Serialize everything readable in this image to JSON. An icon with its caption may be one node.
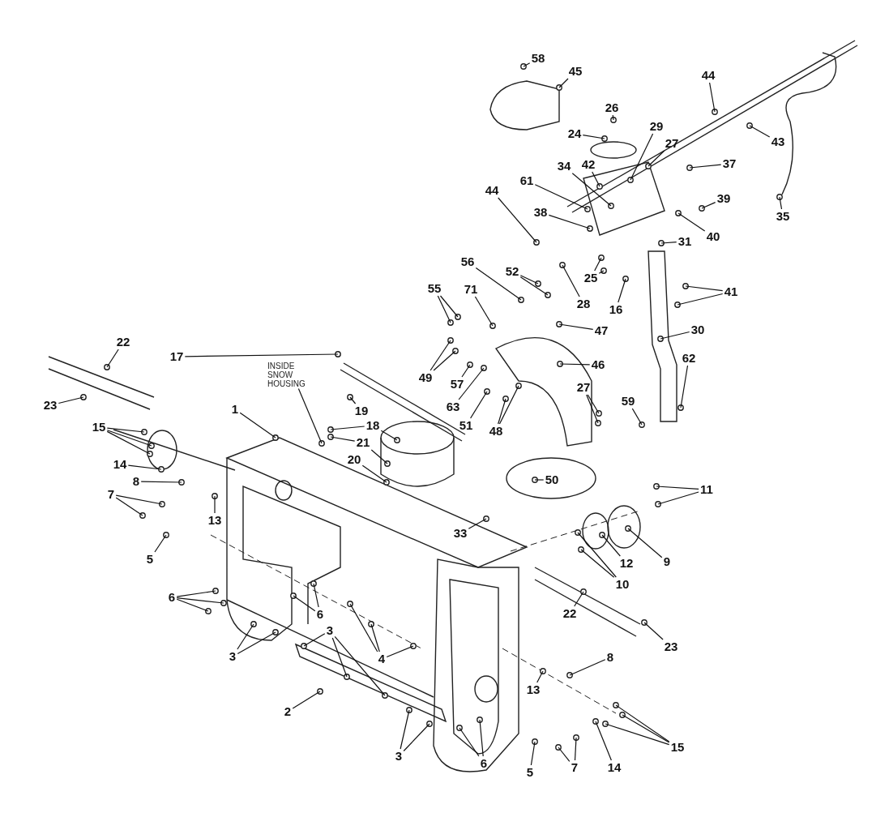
{
  "diagram": {
    "nodes": [
      {
        "text": [
          "58"
        ]
      },
      {
        "text": [
          "45"
        ]
      },
      {
        "text": [
          "44"
        ]
      },
      {
        "text": [
          "26"
        ]
      },
      {
        "text": [
          "43"
        ]
      },
      {
        "text": [
          "24"
        ]
      },
      {
        "text": [
          "29"
        ]
      },
      {
        "text": [
          "27"
        ]
      },
      {
        "text": [
          "37"
        ]
      },
      {
        "text": [
          "34"
        ]
      },
      {
        "text": [
          "42"
        ]
      },
      {
        "text": [
          "61"
        ]
      },
      {
        "text": [
          "39"
        ]
      },
      {
        "text": [
          "44"
        ]
      },
      {
        "text": [
          "35"
        ]
      },
      {
        "text": [
          "38"
        ]
      },
      {
        "text": [
          "40"
        ]
      },
      {
        "text": [
          "31"
        ]
      },
      {
        "text": [
          "25"
        ]
      },
      {
        "text": [
          "41"
        ]
      },
      {
        "text": [
          "28"
        ]
      },
      {
        "text": [
          "16"
        ]
      },
      {
        "text": [
          "56"
        ]
      },
      {
        "text": [
          "52"
        ]
      },
      {
        "text": [
          "55"
        ]
      },
      {
        "text": [
          "71"
        ]
      },
      {
        "text": [
          "47"
        ]
      },
      {
        "text": [
          "30"
        ]
      },
      {
        "text": [
          "46"
        ]
      },
      {
        "text": [
          "49"
        ]
      },
      {
        "text": [
          "57"
        ]
      },
      {
        "text": [
          "17"
        ]
      },
      {
        "text": [
          "62"
        ]
      },
      {
        "text": [
          "27"
        ]
      },
      {
        "text": [
          "63"
        ]
      },
      {
        "text": [
          "51"
        ]
      },
      {
        "text": [
          "48"
        ]
      },
      {
        "text": [
          "59"
        ]
      },
      {
        "text": [
          "22"
        ]
      },
      {
        "text": [
          "23"
        ]
      },
      {
        "text": [
          "19"
        ]
      },
      {
        "text": [
          "18"
        ]
      },
      {
        "text": [
          "21"
        ]
      },
      {
        "text": [
          "20"
        ]
      },
      {
        "text": [
          "1"
        ]
      },
      {
        "text": [
          "15"
        ]
      },
      {
        "text": [
          "14"
        ]
      },
      {
        "text": [
          "8"
        ]
      },
      {
        "text": [
          "13"
        ]
      },
      {
        "text": [
          "7"
        ]
      },
      {
        "text": [
          "5"
        ]
      },
      {
        "text": [
          "33"
        ]
      },
      {
        "text": [
          "50"
        ]
      },
      {
        "text": [
          "11"
        ]
      },
      {
        "text": [
          "12"
        ]
      },
      {
        "text": [
          "9"
        ]
      },
      {
        "text": [
          "10"
        ]
      },
      {
        "text": [
          "22"
        ]
      },
      {
        "text": [
          "23"
        ]
      },
      {
        "text": [
          "8"
        ]
      },
      {
        "text": [
          "13"
        ]
      },
      {
        "text": [
          "5"
        ]
      },
      {
        "text": [
          "14"
        ]
      },
      {
        "text": [
          "15"
        ]
      },
      {
        "text": [
          "7"
        ]
      },
      {
        "text": [
          "6"
        ]
      },
      {
        "text": [
          "6"
        ]
      },
      {
        "text": [
          "6"
        ]
      },
      {
        "text": [
          "3"
        ]
      },
      {
        "text": [
          "3"
        ]
      },
      {
        "text": [
          "4"
        ]
      },
      {
        "text": [
          "2"
        ]
      },
      {
        "text": [
          "3"
        ]
      },
      {
        "text": [
          "INSIDE SNOW HOUSING"
        ]
      }
    ],
    "edges": [
      {
        "from": 0,
        "to": null,
        "arrow": "none"
      },
      {
        "from": 1,
        "to": null,
        "arrow": "none"
      },
      {
        "from": 2,
        "to": null,
        "arrow": "none"
      },
      {
        "from": 3,
        "to": null,
        "arrow": "none"
      },
      {
        "from": 4,
        "to": null,
        "arrow": "none"
      },
      {
        "from": 5,
        "to": null,
        "arrow": "none"
      },
      {
        "from": 6,
        "to": null,
        "arrow": "none"
      },
      {
        "from": 7,
        "to": null,
        "arrow": "none"
      },
      {
        "from": 8,
        "to": null,
        "arrow": "none"
      },
      {
        "from": 9,
        "to": null,
        "arrow": "none"
      },
      {
        "from": 10,
        "to": null,
        "arrow": "none"
      },
      {
        "from": 11,
        "to": null,
        "arrow": "none"
      },
      {
        "from": 12,
        "to": null,
        "arrow": "none"
      },
      {
        "from": 13,
        "to": null,
        "arrow": "none"
      },
      {
        "from": 14,
        "to": null,
        "arrow": "none"
      },
      {
        "from": 15,
        "to": null,
        "arrow": "none"
      },
      {
        "from": 16,
        "to": null,
        "arrow": "none"
      },
      {
        "from": 17,
        "to": null,
        "arrow": "none"
      },
      {
        "from": 18,
        "to": null,
        "arrow": "none"
      },
      {
        "from": 18,
        "to": null,
        "arrow": "none"
      },
      {
        "from": 19,
        "to": null,
        "arrow": "none"
      },
      {
        "from": 19,
        "to": null,
        "arrow": "none"
      },
      {
        "from": 20,
        "to": null,
        "arrow": "none"
      },
      {
        "from": 21,
        "to": null,
        "arrow": "none"
      },
      {
        "from": 22,
        "to": null,
        "arrow": "none"
      },
      {
        "from": 23,
        "to": null,
        "arrow": "none"
      },
      {
        "from": 23,
        "to": null,
        "arrow": "none"
      },
      {
        "from": 24,
        "to": null,
        "arrow": "none"
      },
      {
        "from": 24,
        "to": null,
        "arrow": "none"
      },
      {
        "from": 25,
        "to": null,
        "arrow": "none"
      },
      {
        "from": 26,
        "to": null,
        "arrow": "none"
      },
      {
        "from": 27,
        "to": null,
        "arrow": "none"
      },
      {
        "from": 28,
        "to": null,
        "arrow": "none"
      },
      {
        "from": 29,
        "to": null,
        "arrow": "none"
      },
      {
        "from": 29,
        "to": null,
        "arrow": "none"
      },
      {
        "from": 30,
        "to": null,
        "arrow": "none"
      },
      {
        "from": 31,
        "to": null,
        "arrow": "none"
      },
      {
        "from": 32,
        "to": null,
        "arrow": "none"
      },
      {
        "from": 33,
        "to": null,
        "arrow": "none"
      },
      {
        "from": 33,
        "to": null,
        "arrow": "none"
      },
      {
        "from": 34,
        "to": null,
        "arrow": "none"
      },
      {
        "from": 35,
        "to": null,
        "arrow": "none"
      },
      {
        "from": 36,
        "to": null,
        "arrow": "none"
      },
      {
        "from": 36,
        "to": null,
        "arrow": "none"
      },
      {
        "from": 37,
        "to": null,
        "arrow": "none"
      },
      {
        "from": 38,
        "to": null,
        "arrow": "none"
      },
      {
        "from": 39,
        "to": null,
        "arrow": "none"
      },
      {
        "from": 40,
        "to": null,
        "arrow": "none"
      },
      {
        "from": 41,
        "to": null,
        "arrow": "none"
      },
      {
        "from": 41,
        "to": null,
        "arrow": "none"
      },
      {
        "from": 42,
        "to": null,
        "arrow": "none"
      },
      {
        "from": 42,
        "to": null,
        "arrow": "none"
      },
      {
        "from": 43,
        "to": null,
        "arrow": "none"
      },
      {
        "from": 44,
        "to": null,
        "arrow": "none"
      },
      {
        "from": 45,
        "to": null,
        "arrow": "none"
      },
      {
        "from": 45,
        "to": null,
        "arrow": "none"
      },
      {
        "from": 45,
        "to": null,
        "arrow": "none"
      },
      {
        "from": 46,
        "to": null,
        "arrow": "none"
      },
      {
        "from": 47,
        "to": null,
        "arrow": "none"
      },
      {
        "from": 48,
        "to": null,
        "arrow": "none"
      },
      {
        "from": 49,
        "to": null,
        "arrow": "none"
      },
      {
        "from": 49,
        "to": null,
        "arrow": "none"
      },
      {
        "from": 50,
        "to": null,
        "arrow": "none"
      },
      {
        "from": 51,
        "to": null,
        "arrow": "none"
      },
      {
        "from": 52,
        "to": null,
        "arrow": "none"
      },
      {
        "from": 53,
        "to": null,
        "arrow": "none"
      },
      {
        "from": 53,
        "to": null,
        "arrow": "none"
      },
      {
        "from": 54,
        "to": null,
        "arrow": "none"
      },
      {
        "from": 55,
        "to": null,
        "arrow": "none"
      },
      {
        "from": 56,
        "to": null,
        "arrow": "none"
      },
      {
        "from": 56,
        "to": null,
        "arrow": "none"
      },
      {
        "from": 57,
        "to": null,
        "arrow": "none"
      },
      {
        "from": 58,
        "to": null,
        "arrow": "none"
      },
      {
        "from": 59,
        "to": null,
        "arrow": "none"
      },
      {
        "from": 60,
        "to": null,
        "arrow": "none"
      },
      {
        "from": 61,
        "to": null,
        "arrow": "none"
      },
      {
        "from": 62,
        "to": null,
        "arrow": "none"
      },
      {
        "from": 63,
        "to": null,
        "arrow": "none"
      },
      {
        "from": 63,
        "to": null,
        "arrow": "none"
      },
      {
        "from": 63,
        "to": null,
        "arrow": "none"
      },
      {
        "from": 64,
        "to": null,
        "arrow": "none"
      },
      {
        "from": 64,
        "to": null,
        "arrow": "none"
      },
      {
        "from": 65,
        "to": null,
        "arrow": "none"
      },
      {
        "from": 65,
        "to": null,
        "arrow": "none"
      },
      {
        "from": 66,
        "to": null,
        "arrow": "none"
      },
      {
        "from": 66,
        "to": null,
        "arrow": "none"
      },
      {
        "from": 66,
        "to": null,
        "arrow": "none"
      },
      {
        "from": 67,
        "to": null,
        "arrow": "none"
      },
      {
        "from": 67,
        "to": null,
        "arrow": "none"
      },
      {
        "from": 68,
        "to": null,
        "arrow": "none"
      },
      {
        "from": 68,
        "to": null,
        "arrow": "none"
      },
      {
        "from": 69,
        "to": null,
        "arrow": "none"
      },
      {
        "from": 69,
        "to": null,
        "arrow": "none"
      },
      {
        "from": 69,
        "to": null,
        "arrow": "none"
      },
      {
        "from": 70,
        "to": null,
        "arrow": "none"
      },
      {
        "from": 70,
        "to": null,
        "arrow": "none"
      },
      {
        "from": 70,
        "to": null,
        "arrow": "none"
      },
      {
        "from": 71,
        "to": null,
        "arrow": "none"
      },
      {
        "from": 72,
        "to": null,
        "arrow": "none"
      },
      {
        "from": 72,
        "to": null,
        "arrow": "none"
      },
      {
        "from": 73,
        "to": null,
        "arrow": "none"
      }
    ]
  }
}
